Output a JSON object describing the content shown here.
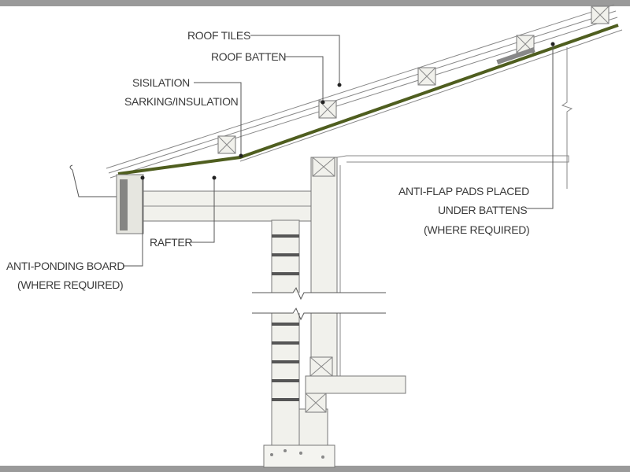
{
  "title": "Roof eave construction detail",
  "labels": {
    "roof_tiles": "ROOF TILES",
    "roof_batten": "ROOF BATTEN",
    "sisilation": "SISILATION",
    "sarking": "SARKING/INSULATION",
    "rafter": "RAFTER",
    "anti_ponding_1": "ANTI-PONDING BOARD",
    "anti_ponding_2": "(WHERE REQUIRED)",
    "anti_flap_1": "ANTI-FLAP PADS PLACED",
    "anti_flap_2": "UNDER BATTENS",
    "anti_flap_3": "(WHERE REQUIRED)"
  },
  "colors": {
    "sarking": "#4f5e1f",
    "border": "#9a9a9a",
    "line": "#555555"
  }
}
